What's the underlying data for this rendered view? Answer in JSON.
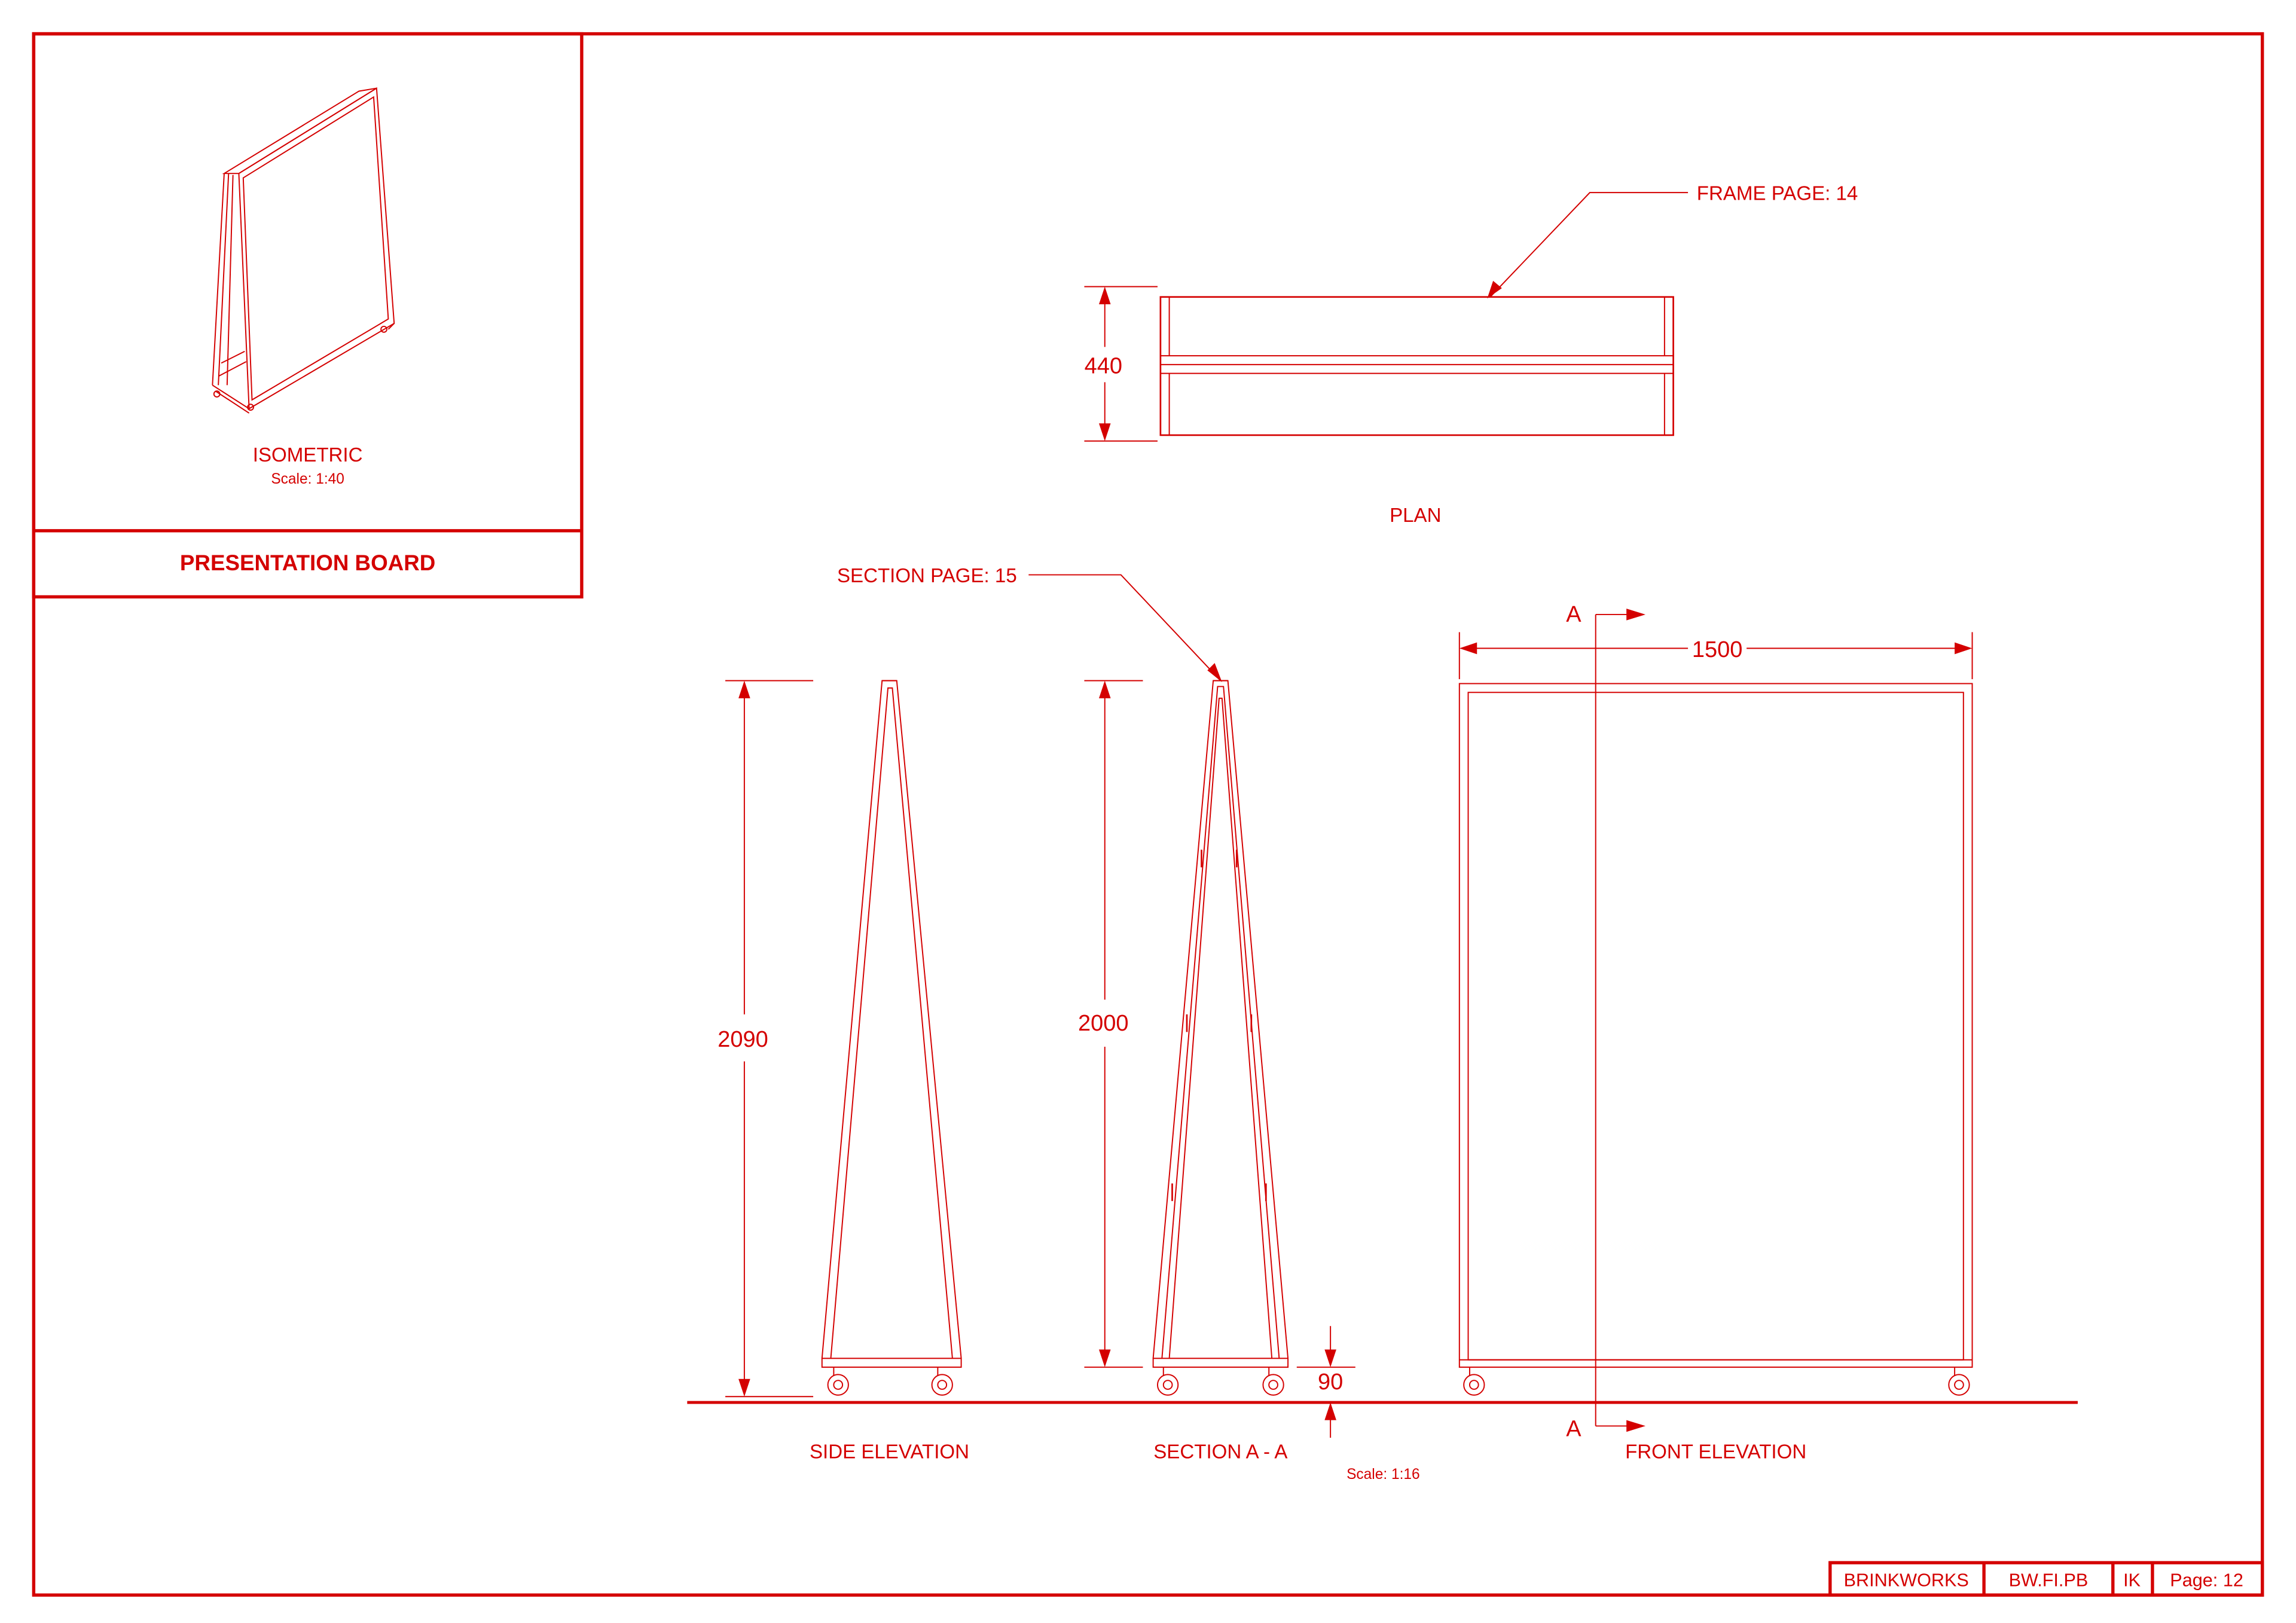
{
  "panel": {
    "isometric_label": "ISOMETRIC",
    "isometric_scale": "Scale: 1:40",
    "title": "PRESENTATION BOARD"
  },
  "callouts": {
    "frame_ref": "FRAME PAGE: 14",
    "section_ref": "SECTION PAGE: 15"
  },
  "views": {
    "plan": "PLAN",
    "side_elevation": "SIDE ELEVATION",
    "section": "SECTION A - A",
    "front_elevation": "FRONT ELEVATION",
    "scale": "Scale: 1:16"
  },
  "dimensions": {
    "plan_depth": "440",
    "side_height": "2090",
    "section_height": "2000",
    "wheel_height": "90",
    "front_width": "1500"
  },
  "section_markers": {
    "top": "A",
    "bottom": "A"
  },
  "title_block": {
    "company": "BRINKWORKS",
    "code": "BW.FI.PB",
    "initials": "IK",
    "page": "Page: 12"
  },
  "colors": {
    "line": "#d40000",
    "background": "#ffffff"
  }
}
